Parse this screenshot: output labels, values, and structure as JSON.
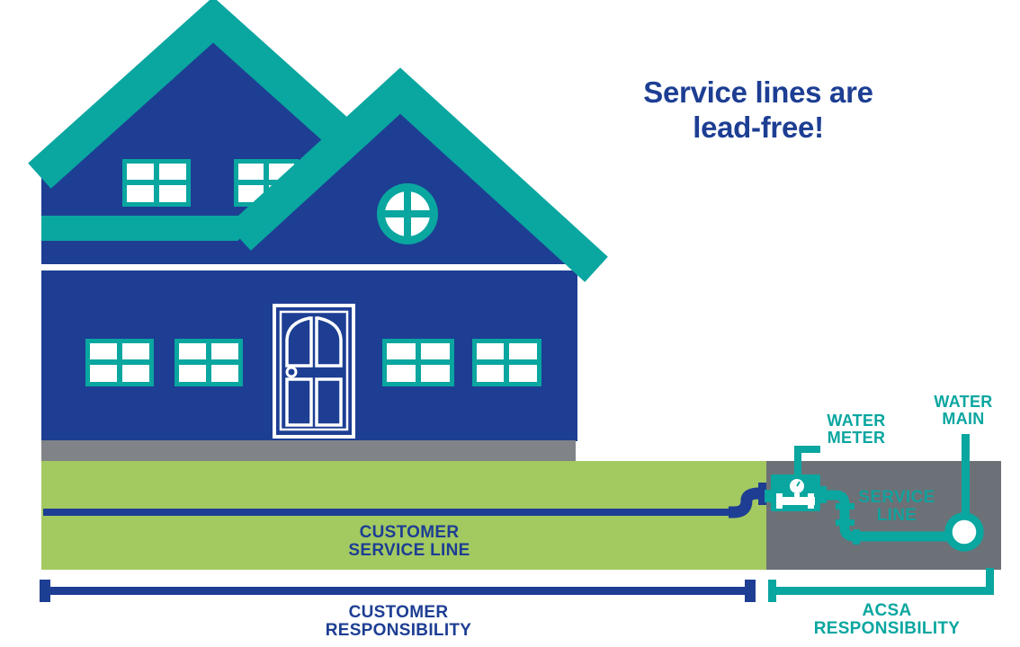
{
  "title": {
    "line1": "Service lines are",
    "line2": "lead-free!"
  },
  "diagram": {
    "water_meter_label": {
      "line1": "WATER",
      "line2": "METER"
    },
    "water_main_label": {
      "line1": "WATER",
      "line2": "MAIN"
    },
    "service_line_label": {
      "line1": "SERVICE",
      "line2": "LINE"
    },
    "customer_service_line_label": {
      "line1": "CUSTOMER",
      "line2": "SERVICE LINE"
    },
    "customer_responsibility_label": {
      "line1": "CUSTOMER",
      "line2": "RESPONSIBILITY"
    },
    "acsa_responsibility_label": {
      "line1": "ACSA",
      "line2": "RESPONSIBILITY"
    }
  },
  "icons": {
    "house": "house-illustration",
    "water_meter": "water-meter-icon",
    "water_main": "water-main-icon",
    "service_pipe": "service-pipe-icon",
    "customer_pipe": "customer-service-pipe-icon",
    "customer_bracket": "customer-responsibility-bracket",
    "acsa_bracket": "acsa-responsibility-bracket"
  },
  "colors": {
    "navy": "#1d3e93",
    "teal": "#0aa6a0",
    "green": "#a3c961",
    "gray_ground": "#6c7177",
    "gray_sidewalk": "#808387",
    "white": "#ffffff"
  }
}
